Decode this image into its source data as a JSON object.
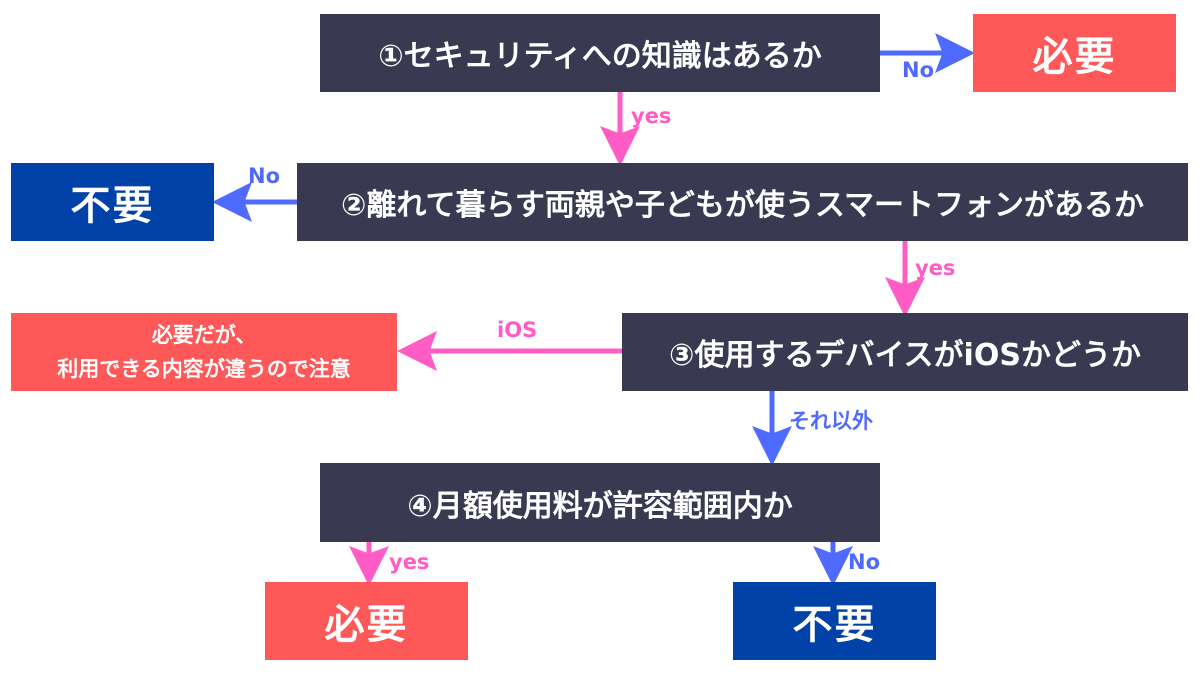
{
  "colors": {
    "question_box": "#393A52",
    "required_box": "#FF5858",
    "not_required_box": "#0042A8",
    "yes_arrow": "#FF5CC6",
    "no_arrow": "#4F6BFF"
  },
  "questions": {
    "q1": "①セキュリティへの知識はあるか",
    "q2": "②離れて暮らす両親や子どもが使うスマートフォンがあるか",
    "q3": "③使用するデバイスがiOSかどうか",
    "q4": "④月額使用料が許容範囲内か"
  },
  "results": {
    "r1_required": "必要",
    "r2_not_required": "不要",
    "r3_note_line1": "必要だが、",
    "r3_note_line2": "利用できる内容が違うので注意",
    "r4_required": "必要",
    "r4_not_required": "不要"
  },
  "labels": {
    "q1_no": "No",
    "q1_yes": "yes",
    "q2_no": "No",
    "q2_yes": "yes",
    "q3_ios": "iOS",
    "q3_other": "それ以外",
    "q4_yes": "yes",
    "q4_no": "No"
  }
}
